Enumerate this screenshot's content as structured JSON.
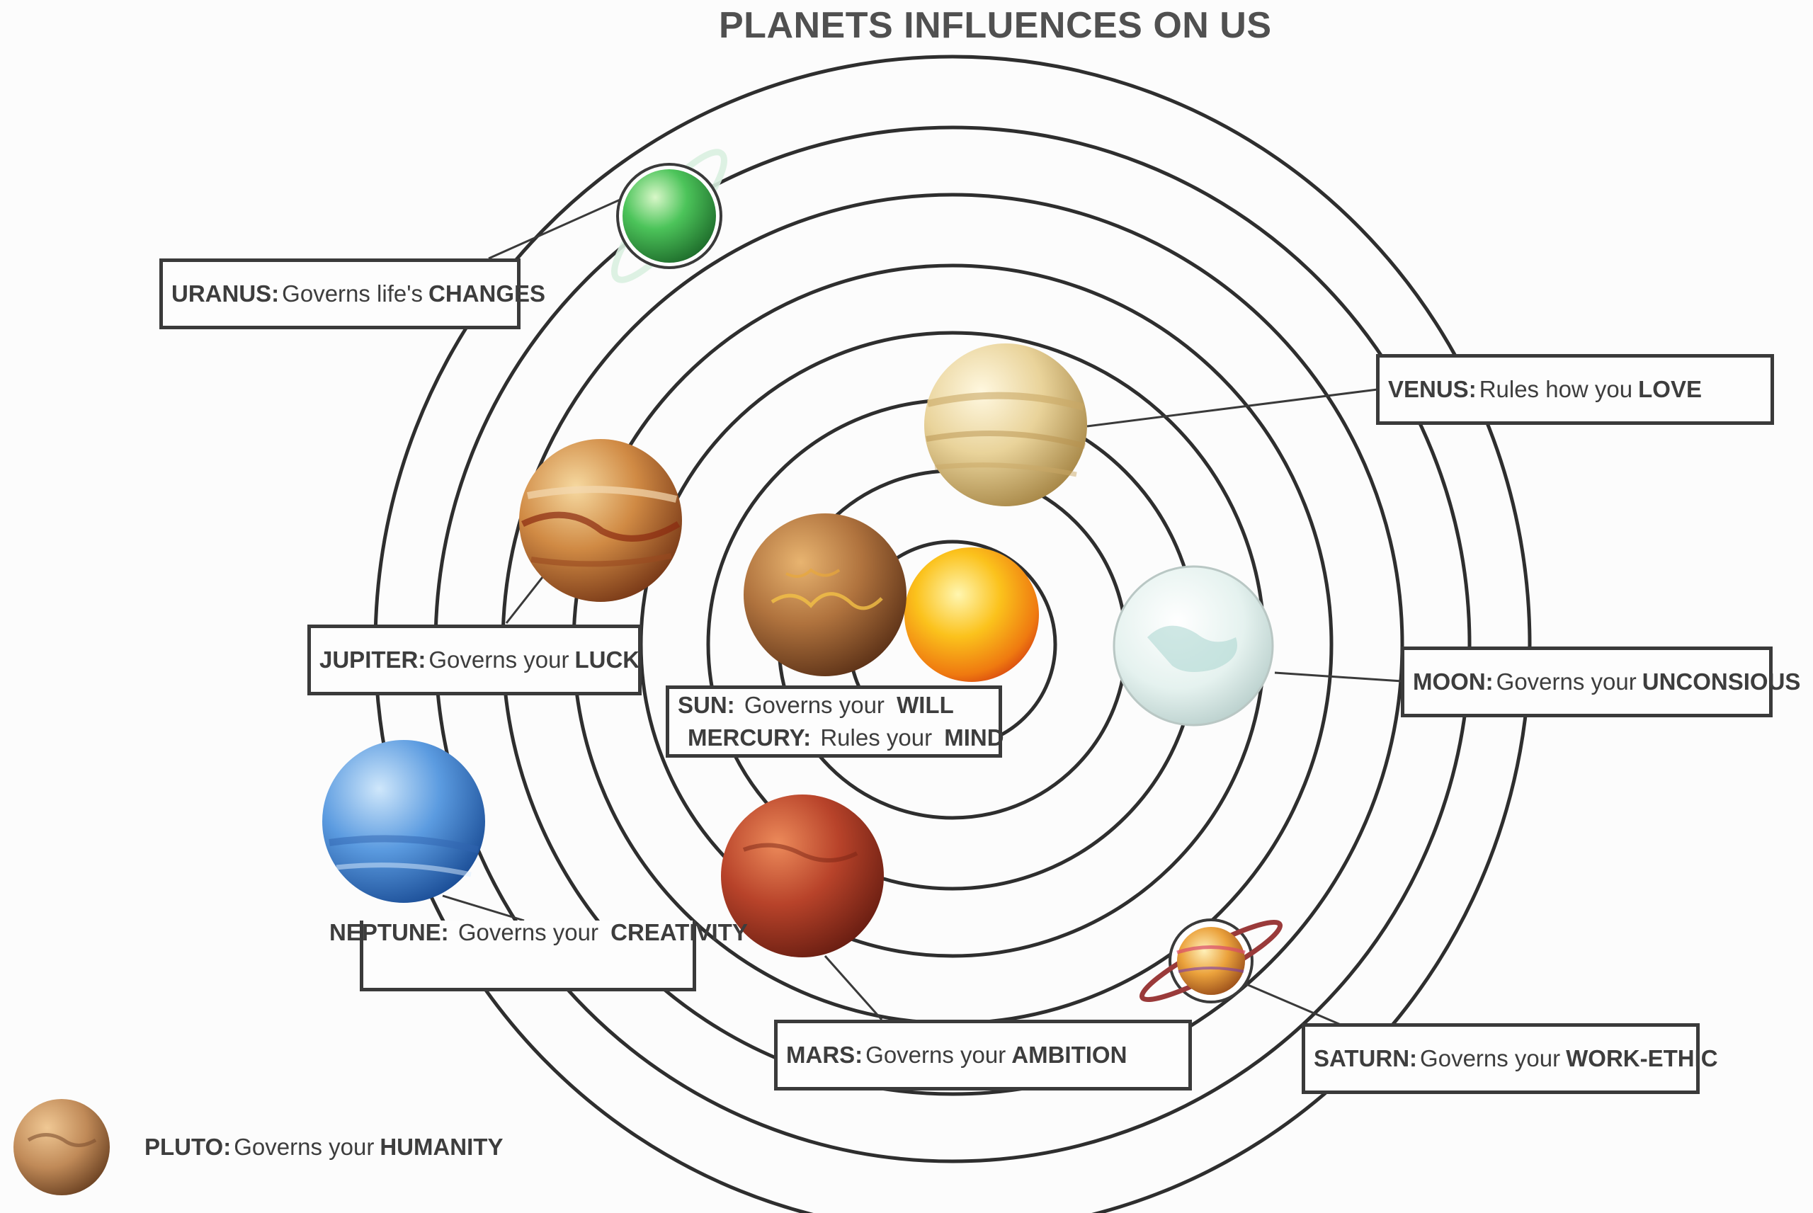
{
  "title": "PLANETS INFLUENCES ON US",
  "labels": {
    "uranus": {
      "name": "URANUS:",
      "text": "Governs life's",
      "keyword": "CHANGES"
    },
    "venus": {
      "name": "VENUS:",
      "text": "Rules how you",
      "keyword": "LOVE"
    },
    "jupiter": {
      "name": "JUPITER:",
      "text": "Governs your",
      "keyword": "LUCK"
    },
    "moon": {
      "name": "MOON:",
      "text": "Governs your",
      "keyword": "UNCONSIOUS"
    },
    "sun": {
      "name": "SUN:",
      "text": "Governs your",
      "keyword": "WILL"
    },
    "mercury": {
      "name": "MERCURY:",
      "text": "Rules your",
      "keyword": "MIND"
    },
    "neptune": {
      "name": "NEPTUNE:",
      "text": "Governs your",
      "keyword": "CREATIVITY"
    },
    "mars": {
      "name": "MARS:",
      "text": "Governs your",
      "keyword": "AMBITION"
    },
    "saturn": {
      "name": "SATURN:",
      "text": "Governs your",
      "keyword": "WORK-ETHIC"
    },
    "pluto": {
      "name": "PLUTO:",
      "text": "Governs your",
      "keyword": "HUMANITY"
    }
  },
  "colors": {
    "orbit": "#2e2e2e",
    "uranus": "#3fb84a",
    "venus": "#e8d29a",
    "jupiter": "#c9743a",
    "moon": "#e6f2f0",
    "sun": "#f5b40e",
    "mercury": "#a8683a",
    "neptune": "#4f8fd6",
    "mars": "#b5402a",
    "saturn": "#e8a03a",
    "pluto": "#c28a5a"
  }
}
